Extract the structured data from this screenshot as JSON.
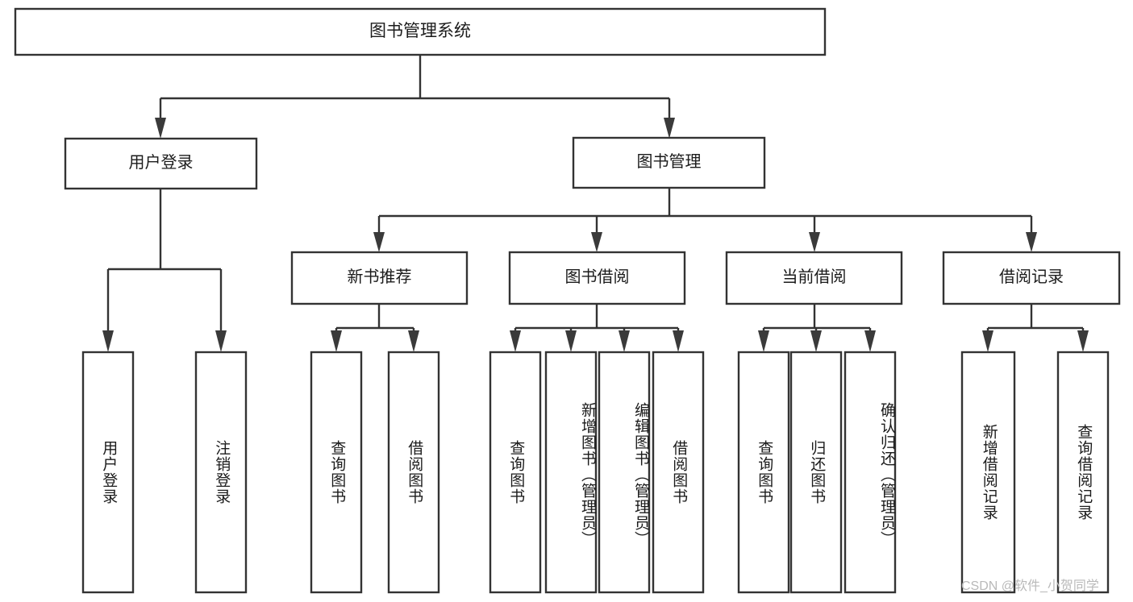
{
  "diagram": {
    "type": "hierarchy-tree",
    "title": "图书管理系统",
    "orientation": "top-down",
    "colors": {
      "box_stroke": "#333333",
      "box_fill": "#ffffff",
      "connector": "#333333",
      "arrow": "#3a3a3a",
      "text": "#1b1b1b",
      "background": "#ffffff",
      "watermark": "#b9b9b9"
    },
    "nodes": {
      "root": {
        "label": "图书管理系统",
        "level": 0,
        "text_direction": "horizontal"
      },
      "level1": [
        {
          "id": "user-login",
          "label": "用户登录",
          "text_direction": "horizontal"
        },
        {
          "id": "book-management",
          "label": "图书管理",
          "text_direction": "horizontal"
        }
      ],
      "level2": [
        {
          "id": "new-book-recommend",
          "label": "新书推荐",
          "parent": "book-management",
          "text_direction": "horizontal"
        },
        {
          "id": "book-borrow",
          "label": "图书借阅",
          "parent": "book-management",
          "text_direction": "horizontal"
        },
        {
          "id": "current-borrow",
          "label": "当前借阅",
          "parent": "book-management",
          "text_direction": "horizontal"
        },
        {
          "id": "borrow-record",
          "label": "借阅记录",
          "parent": "book-management",
          "text_direction": "horizontal"
        }
      ],
      "leaves": [
        {
          "id": "leaf-user-login",
          "label": "用户登录",
          "parent": "user-login",
          "text_direction": "vertical"
        },
        {
          "id": "leaf-user-logout",
          "label": "注销登录",
          "parent": "user-login",
          "text_direction": "vertical"
        },
        {
          "id": "leaf-query-book-1",
          "label": "查询图书",
          "parent": "new-book-recommend",
          "text_direction": "vertical"
        },
        {
          "id": "leaf-borrow-book-1",
          "label": "借阅图书",
          "parent": "new-book-recommend",
          "text_direction": "vertical"
        },
        {
          "id": "leaf-query-book-2",
          "label": "查询图书",
          "parent": "book-borrow",
          "text_direction": "vertical"
        },
        {
          "id": "leaf-add-book",
          "label": "新增图书（管理员）",
          "parent": "book-borrow",
          "text_direction": "vertical"
        },
        {
          "id": "leaf-edit-book",
          "label": "编辑图书（管理员）",
          "parent": "book-borrow",
          "text_direction": "vertical"
        },
        {
          "id": "leaf-borrow-book-2",
          "label": "借阅图书",
          "parent": "book-borrow",
          "text_direction": "vertical"
        },
        {
          "id": "leaf-query-book-3",
          "label": "查询图书",
          "parent": "current-borrow",
          "text_direction": "vertical"
        },
        {
          "id": "leaf-return-book",
          "label": "归还图书",
          "parent": "current-borrow",
          "text_direction": "vertical"
        },
        {
          "id": "leaf-confirm-return",
          "label": "确认归还（管理员）",
          "parent": "current-borrow",
          "text_direction": "vertical"
        },
        {
          "id": "leaf-add-record",
          "label": "新增借阅记录",
          "parent": "borrow-record",
          "text_direction": "vertical"
        },
        {
          "id": "leaf-query-record",
          "label": "查询借阅记录",
          "parent": "borrow-record",
          "text_direction": "vertical"
        }
      ]
    }
  },
  "watermark": {
    "text": "CSDN @软件_小贺同学"
  }
}
